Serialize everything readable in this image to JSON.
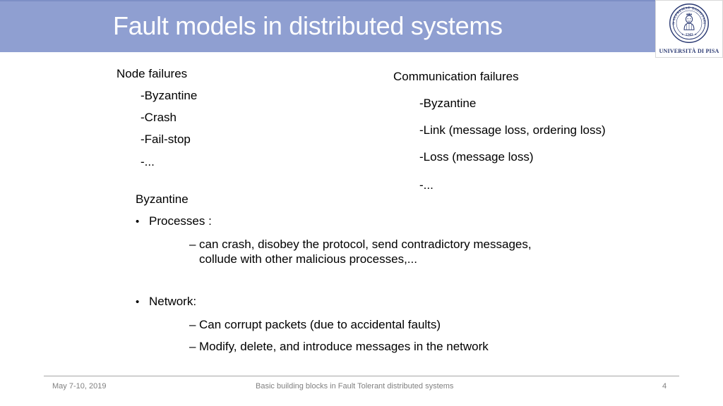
{
  "slide": {
    "title": "Fault models in distributed systems",
    "header_color": "#8f9fd1",
    "title_color": "#ffffff"
  },
  "logo": {
    "name": "university-of-pisa-seal",
    "caption": "UNIVERSITÀ DI PISA",
    "motto": "IN SUPREMAE DIGNITATIS",
    "year": "1343",
    "color": "#2b3a73"
  },
  "content": {
    "left_column": {
      "heading": "Node failures",
      "items": [
        "-Byzantine",
        "-Crash",
        "-Fail-stop",
        "-..."
      ]
    },
    "right_column": {
      "heading": "Communication failures",
      "items": [
        "-Byzantine",
        "-Link (message loss, ordering loss)",
        "-Loss (message loss)",
        "-..."
      ]
    },
    "byzantine_section": {
      "heading": "Byzantine",
      "bullets": [
        {
          "marker": "•",
          "label": "Processes :",
          "sub": [
            {
              "marker": "–",
              "line1": "can crash, disobey the protocol, send contradictory messages,",
              "line2": "collude with other malicious processes,..."
            }
          ]
        },
        {
          "marker": "•",
          "label": "Network:",
          "sub": [
            {
              "marker": "–",
              "line1": "Can corrupt packets (due to accidental faults)",
              "line2": ""
            },
            {
              "marker": "–",
              "line1": "Modify, delete, and introduce messages in the network",
              "line2": ""
            }
          ]
        }
      ]
    }
  },
  "footer": {
    "date": "May 7-10, 2019",
    "title": "Basic building blocks in Fault Tolerant distributed systems",
    "page_number": "4"
  }
}
